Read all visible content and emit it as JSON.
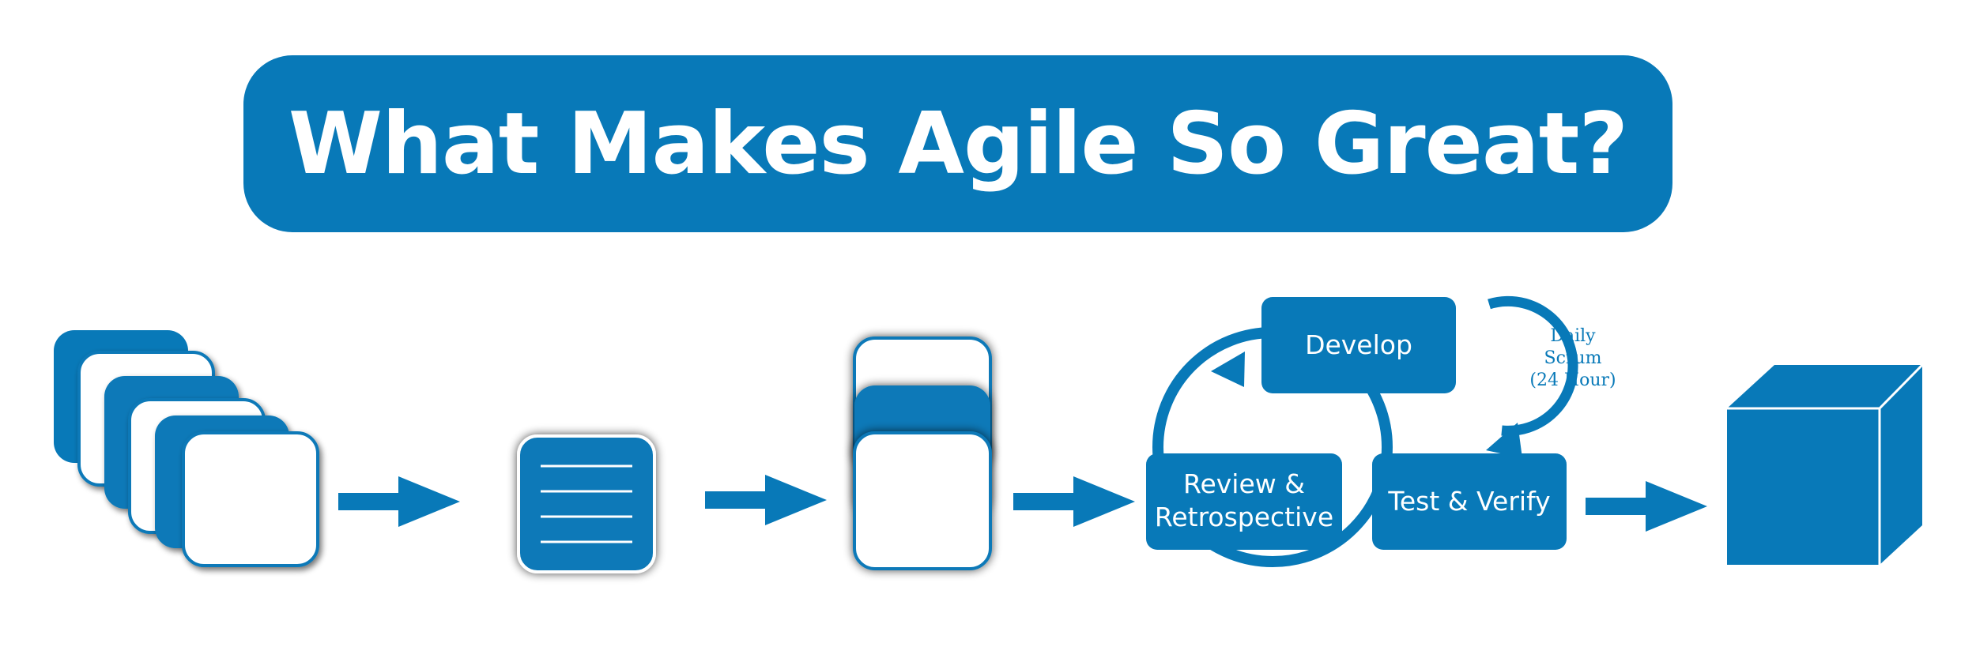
{
  "title": "What Makes Agile So Great?",
  "cycle": {
    "develop": "Develop",
    "test_verify": "Test & Verify",
    "review_line1": "Review &",
    "review_line2": "Retrospective"
  },
  "daily_scrum": {
    "line1": "Daily",
    "line2": "Scrum",
    "line3": "(24 Hour)"
  },
  "colors": {
    "accent": "#0879b8",
    "background": "#ffffff"
  }
}
